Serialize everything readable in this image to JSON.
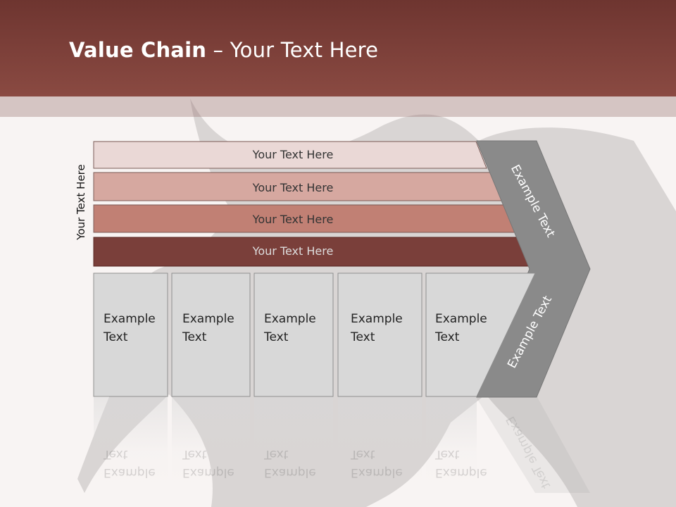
{
  "title": {
    "bold": "Value Chain",
    "rest": " – Your Text Here"
  },
  "side_label": "Your Text Here",
  "bars": [
    {
      "label": "Your Text Here",
      "color": "#ead8d6",
      "text_color": "#333333"
    },
    {
      "label": "Your Text Here",
      "color": "#d6a8a0",
      "text_color": "#333333"
    },
    {
      "label": "Your Text Here",
      "color": "#c18074",
      "text_color": "#333333"
    },
    {
      "label": "Your Text Here",
      "color": "#7a3f3a",
      "text_color": "#dddddd"
    }
  ],
  "chevron": {
    "top": "Example Text",
    "bottom": "Example Text",
    "color": "#8a8a8a"
  },
  "columns": [
    {
      "line1": "Example",
      "line2": "Text"
    },
    {
      "line1": "Example",
      "line2": "Text"
    },
    {
      "line1": "Example",
      "line2": "Text"
    },
    {
      "line1": "Example",
      "line2": "Text"
    },
    {
      "line1": "Example",
      "line2": "Text"
    }
  ],
  "colors": {
    "header": "#8a4a42",
    "column_fill": "#d8d8d8"
  }
}
